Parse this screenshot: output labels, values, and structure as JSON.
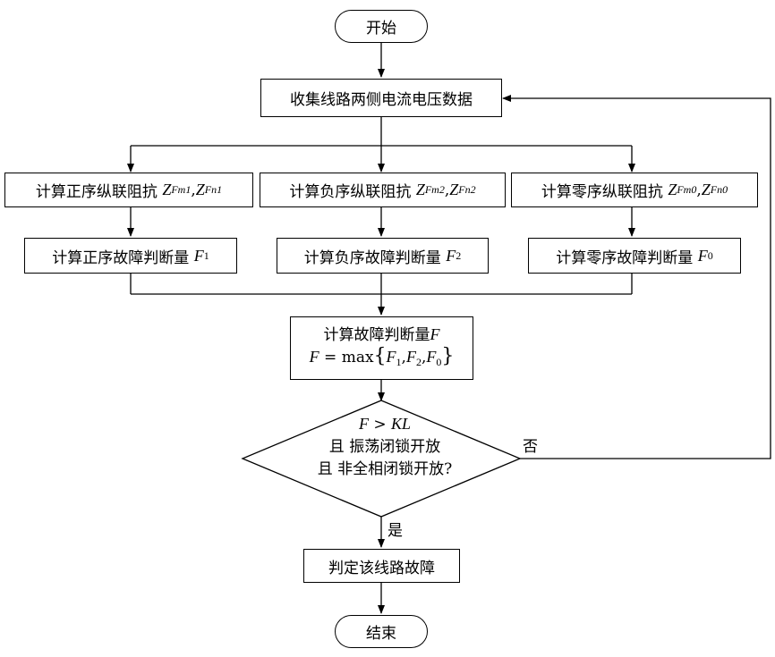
{
  "start": "开始",
  "end": "结束",
  "collect": "收集线路两侧电流电压数据",
  "impedance": [
    {
      "label": "计算正序纵联阻抗",
      "z1": "Z",
      "z1_sub": "Fm1",
      "sep": ",",
      "z2": "Z",
      "z2_sub": "Fn1"
    },
    {
      "label": "计算负序纵联阻抗",
      "z1": "Z",
      "z1_sub": "Fm2",
      "sep": ",",
      "z2": "Z",
      "z2_sub": "Fn2"
    },
    {
      "label": "计算零序纵联阻抗",
      "z1": "Z",
      "z1_sub": "Fm0",
      "sep": ",",
      "z2": "Z",
      "z2_sub": "Fn0"
    }
  ],
  "fault_quantity": [
    {
      "label": "计算正序故障判断量",
      "var": "F",
      "sub": "1"
    },
    {
      "label": "计算负序故障判断量",
      "var": "F",
      "sub": "2"
    },
    {
      "label": "计算零序故障判断量",
      "var": "F",
      "sub": "0"
    }
  ],
  "combine": {
    "label": "计算故障判断量",
    "var": "F",
    "formula_lhs": "F",
    "formula_eq": " = max",
    "open": "{",
    "f": "F",
    "s1": "1",
    "s2": "2",
    "s0": "0",
    "comma": ",",
    "close": "}"
  },
  "decision": {
    "line1_a": "F",
    "line1_op": " > ",
    "line1_b": "KL",
    "line2": "且  振荡闭锁开放",
    "line3": "且  非全相闭锁开放?",
    "yes": "是",
    "no": "否"
  },
  "result": "判定该线路故障"
}
